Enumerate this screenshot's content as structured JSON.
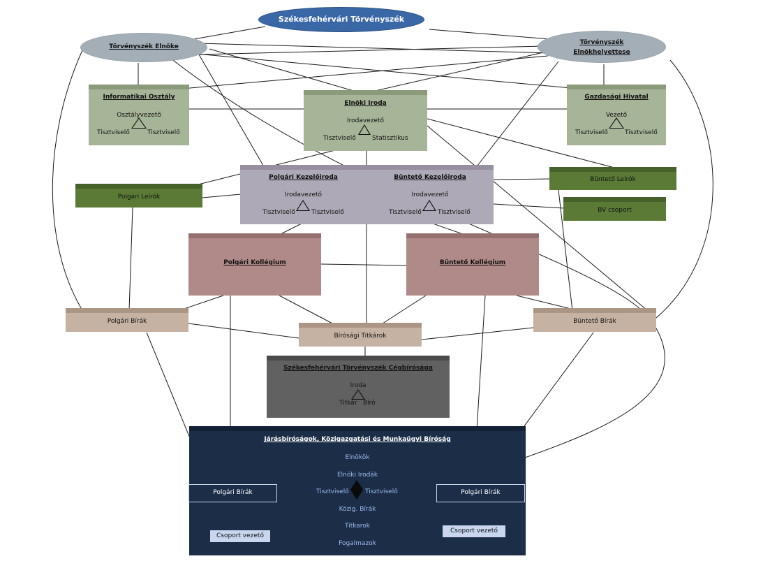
{
  "colors": {
    "top_ellipse": "#3a67a6",
    "leader_ellipse": "#a4aeb6",
    "sage": "#a6b497",
    "lavender": "#aea9b6",
    "dark_green": "#5a7a36",
    "rose": "#b08a89",
    "tan": "#c6b2a2",
    "grey_box": "#616161",
    "navy": "#1b2d47",
    "navy_text": "#9bbcec",
    "sub_box": "#1b2d47",
    "light_box": "#c8d6ee"
  },
  "court": {
    "title": "Székesfehérvári Törvényszék"
  },
  "president": {
    "label": "Törvényszék Elnöke"
  },
  "vice_president": {
    "line1": "Törvényszék",
    "line2": "Elnökhelyettese"
  },
  "it_dept": {
    "title": "Informatikai Osztály",
    "head": "Osztályvezető",
    "left": "Tisztviselő",
    "right": "Tisztviselő"
  },
  "presidential_office": {
    "title": "Elnöki Iroda",
    "head": "Irodavezető",
    "left": "Tisztviselő",
    "right": "Statisztikus"
  },
  "finance": {
    "title": "Gazdasági Hivatal",
    "head": "Vezető",
    "left": "Tisztviselő",
    "right": "Tisztviselő"
  },
  "civil_registry": {
    "title": "Polgári Kezelőiroda",
    "head": "Irodavezető",
    "left": "Tisztviselő",
    "right": "Tisztviselő"
  },
  "criminal_registry": {
    "title": "Büntető Kezelőiroda",
    "head": "Irodavezető",
    "left": "Tisztviselő",
    "right": "Tisztviselő"
  },
  "civil_typists": {
    "label": "Polgári Leírók"
  },
  "criminal_typists": {
    "label": "Büntető Leírók"
  },
  "bv_group": {
    "label": "BV csoport"
  },
  "civil_college": {
    "title": "Polgári Kollégium"
  },
  "criminal_college": {
    "title": "Büntető Kollégium"
  },
  "civil_judges": {
    "label": "Polgári Bírák"
  },
  "criminal_judges": {
    "label": "Büntető Bírák"
  },
  "court_secretaries": {
    "label": "Bírósági Titkárok"
  },
  "company_court": {
    "title": "Székesfehérvári Törvényszék Cégbírósága",
    "head": "Iroda",
    "left": "Titkár",
    "right": "Bíró"
  },
  "district": {
    "title": "Járásbíróságok, Közigazgatási és Munkaügyi Bíróság",
    "presidents": "Elnökök",
    "offices": "Elnöki Irodák",
    "officer_left": "Tisztviselő",
    "officer_right": "Tisztviselő",
    "admin_judges": "Közig. Bírák",
    "secretaries": "Titkarok",
    "clerks": "Fogalmazok",
    "civil_judges_left": "Polgári Bírák",
    "civil_judges_right": "Polgári Bírák",
    "group_leader_left": "Csoport vezető",
    "group_leader_right": "Csoport vezető"
  }
}
